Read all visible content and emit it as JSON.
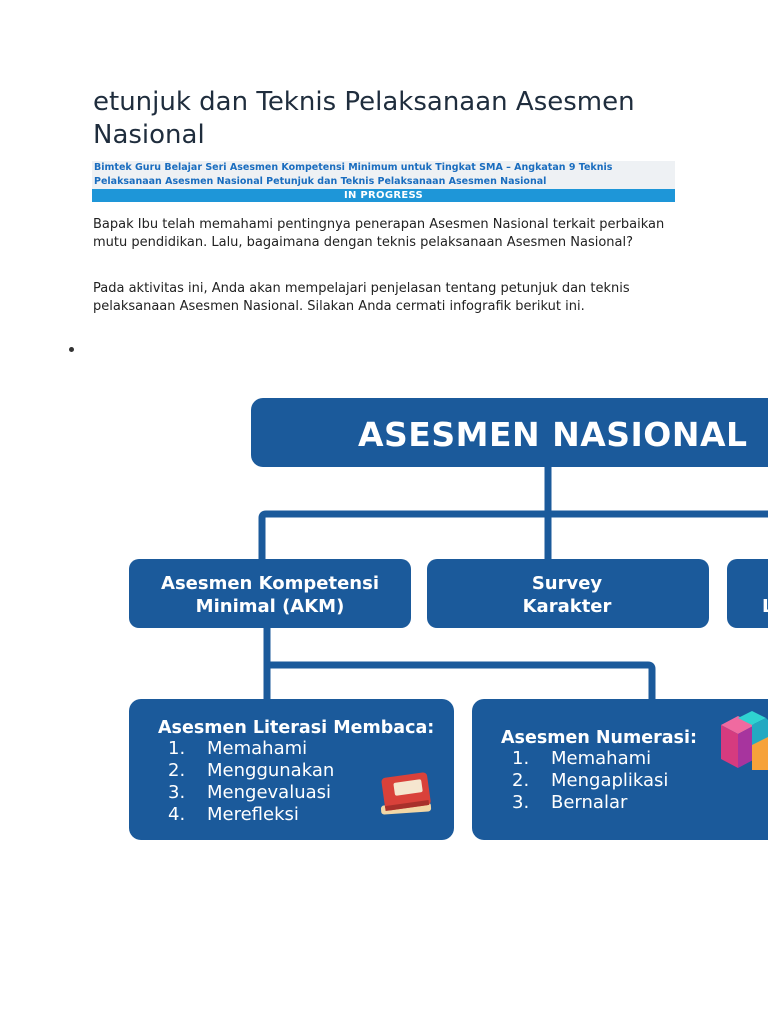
{
  "page": {
    "title": "etunjuk dan Teknis Pelaksanaan Asesmen Nasional",
    "breadcrumb": "Bimtek Guru Belajar Seri Asesmen Kompetensi Minimum untuk Tingkat SMA – Angkatan 9  Teknis Pelaksanaan Asesmen Nasional  Petunjuk dan Teknis Pelaksanaan Asesmen Nasional",
    "status": "IN PROGRESS",
    "paragraph1": "Bapak Ibu telah memahami pentingnya penerapan Asesmen Nasional terkait perbaikan mutu pendidikan. Lalu, bagaimana dengan teknis pelaksanaan Asesmen Nasional?",
    "paragraph2": "Pada aktivitas ini, Anda akan mempelajari penjelasan tentang petunjuk dan teknis pelaksanaan Asesmen Nasional. Silakan Anda cermati infografik berikut ini."
  },
  "infographic": {
    "colors": {
      "box": "#1b5a9b",
      "line": "#1b5a9b"
    },
    "root": "ASESMEN NASIONAL",
    "akm": {
      "line1": "Asesmen Kompetensi",
      "line2": "Minimal (AKM)"
    },
    "survey": {
      "line1": "Survey",
      "line2": "Karakter"
    },
    "third_letter": "L",
    "literasi": {
      "heading": "Asesmen Literasi Membaca:",
      "items": [
        {
          "num": "1.",
          "text": "Memahami"
        },
        {
          "num": "2.",
          "text": "Menggunakan"
        },
        {
          "num": "3.",
          "text": "Mengevaluasi"
        },
        {
          "num": "4.",
          "text": "Merefleksi"
        }
      ],
      "icon": "book-icon"
    },
    "numerasi": {
      "heading": "Asesmen Numerasi:",
      "items": [
        {
          "num": "1.",
          "text": "Memahami"
        },
        {
          "num": "2.",
          "text": "Mengaplikasi"
        },
        {
          "num": "3.",
          "text": "Bernalar"
        }
      ],
      "icon": "cubes-icon"
    }
  }
}
